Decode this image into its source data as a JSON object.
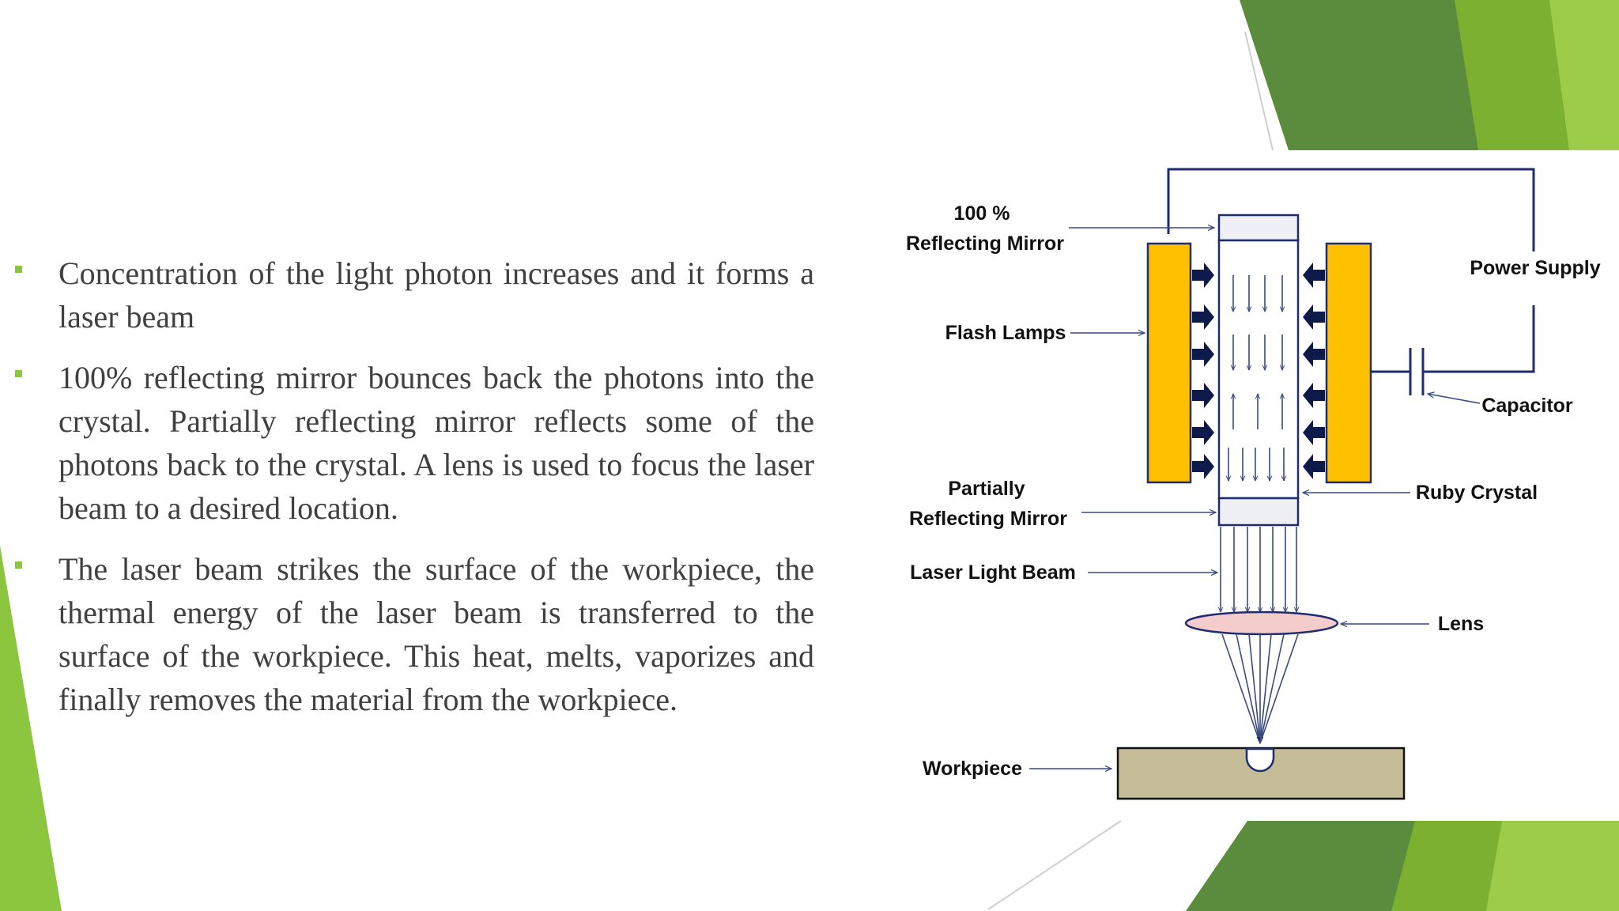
{
  "bullets": [
    "Concentration of the light photon increases and it forms a laser beam",
    "100% reflecting mirror bounces back the photons into the crystal. Partially reflecting mirror reflects some of the photons back to the crystal. A lens is used to focus the laser beam to a desired location.",
    "The laser beam strikes the surface of the workpiece, the thermal energy of the laser beam is transferred to the surface of the workpiece. This heat, melts, vaporizes and finally removes the material from the workpiece."
  ],
  "diagram": {
    "labels": {
      "mirror_100_line1": "100 %",
      "mirror_100_line2": "Reflecting Mirror",
      "power_supply": "Power Supply",
      "flash_lamps": "Flash Lamps",
      "capacitor": "Capacitor",
      "partial_mirror_line1": "Partially",
      "partial_mirror_line2": "Reflecting  Mirror",
      "ruby_crystal": "Ruby Crystal",
      "laser_light_beam": "Laser Light Beam",
      "lens": "Lens",
      "workpiece": "Workpiece"
    },
    "colors": {
      "flash_lamp": "#ffc000",
      "lens": "#f4cccc",
      "workpiece": "#c4bd97",
      "mirror": "#eef0f6",
      "wire": "#1f2d6e"
    }
  },
  "theme": {
    "accent_dark": "#5a8a3a",
    "accent_light": "#8cc63f",
    "text_color": "#404040"
  }
}
